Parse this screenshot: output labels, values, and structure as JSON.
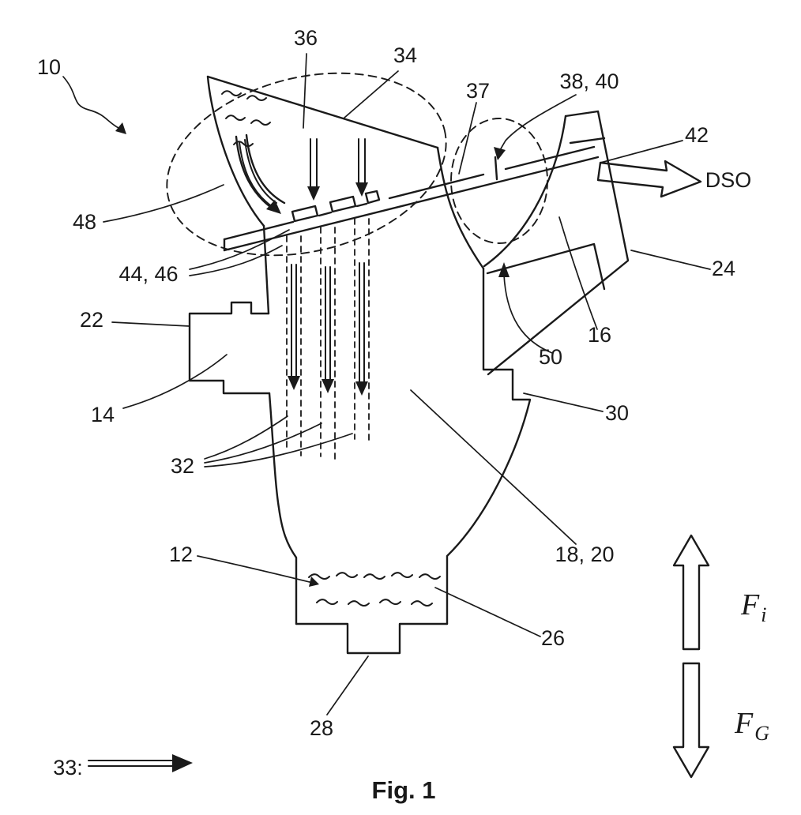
{
  "figure": {
    "caption": "Fig. 1"
  },
  "reference_labels": {
    "r10": "10",
    "r12": "12",
    "r14": "14",
    "r16": "16",
    "r18_20": "18, 20",
    "r22": "22",
    "r24": "24",
    "r26": "26",
    "r28": "28",
    "r30": "30",
    "r32": "32",
    "r33": "33:",
    "r34": "34",
    "r36": "36",
    "r37": "37",
    "r38_40": "38, 40",
    "r42": "42",
    "r44_46": "44, 46",
    "r48": "48",
    "r50": "50"
  },
  "annotations": {
    "output_label": "DSO",
    "force_up": {
      "symbol": "F",
      "subscript": "i"
    },
    "force_down": {
      "symbol": "F",
      "subscript": "G"
    }
  },
  "colors": {
    "ink": "#1a1a1a",
    "background": "#ffffff"
  }
}
